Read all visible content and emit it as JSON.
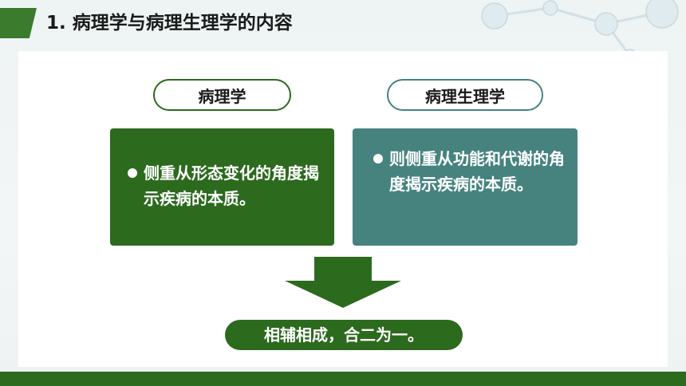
{
  "header": {
    "title": "1. 病理学与病理生理学的内容"
  },
  "columns": [
    {
      "label": "病理学",
      "text": "侧重从形态变化的角度揭示疾病的本质。"
    },
    {
      "label": "病理生理学",
      "text": "则侧重从功能和代谢的角度揭示疾病的本质。"
    }
  ],
  "conclusion": "相辅相成，合二为一。",
  "colors": {
    "dark_green": "#2c6a1e",
    "teal": "#46837f",
    "title_tab": "#3b7b2d"
  },
  "icons": [
    "molecule-decoration",
    "down-arrow-icon"
  ]
}
